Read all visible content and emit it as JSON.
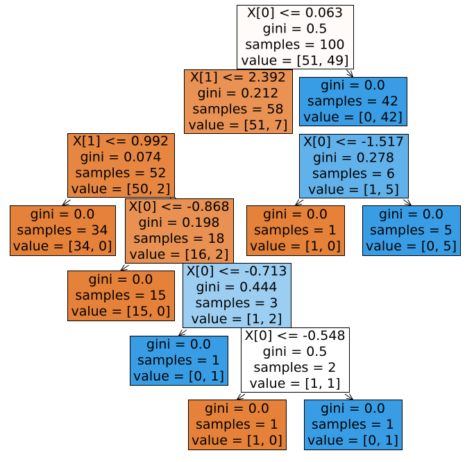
{
  "tree": {
    "nodes": [
      {
        "id": "n0",
        "lines": [
          "X[0] <= 0.063",
          "gini = 0.5",
          "samples = 100",
          "value = [51, 49]"
        ],
        "color": "#fefbf9"
      },
      {
        "id": "n1",
        "lines": [
          "X[1] <= 2.392",
          "gini = 0.212",
          "samples = 58",
          "value = [51, 7]"
        ],
        "color": "#e99254"
      },
      {
        "id": "n2",
        "lines": [
          "gini = 0.0",
          "samples = 42",
          "value = [0, 42]"
        ],
        "color": "#399de5"
      },
      {
        "id": "n3",
        "lines": [
          "X[1] <= 0.992",
          "gini = 0.074",
          "samples = 52",
          "value = [50, 2]"
        ],
        "color": "#e68641"
      },
      {
        "id": "n4",
        "lines": [
          "X[0] <= -1.517",
          "gini = 0.278",
          "samples = 6",
          "value = [1, 5]"
        ],
        "color": "#61b1ea"
      },
      {
        "id": "n5",
        "lines": [
          "gini = 0.0",
          "samples = 34",
          "value = [34, 0]"
        ],
        "color": "#e58139"
      },
      {
        "id": "n6",
        "lines": [
          "X[0] <= -0.868",
          "gini = 0.198",
          "samples = 18",
          "value = [16, 2]"
        ],
        "color": "#e89152"
      },
      {
        "id": "n7",
        "lines": [
          "gini = 0.0",
          "samples = 1",
          "value = [1, 0]"
        ],
        "color": "#e58139"
      },
      {
        "id": "n8",
        "lines": [
          "gini = 0.0",
          "samples = 5",
          "value = [0, 5]"
        ],
        "color": "#399de5"
      },
      {
        "id": "n9",
        "lines": [
          "gini = 0.0",
          "samples = 15",
          "value = [15, 0]"
        ],
        "color": "#e58139"
      },
      {
        "id": "n10",
        "lines": [
          "X[0] <= -0.713",
          "gini = 0.444",
          "samples = 3",
          "value = [1, 2]"
        ],
        "color": "#9ccef2"
      },
      {
        "id": "n11",
        "lines": [
          "gini = 0.0",
          "samples = 1",
          "value = [0, 1]"
        ],
        "color": "#399de5"
      },
      {
        "id": "n12",
        "lines": [
          "X[0] <= -0.548",
          "gini = 0.5",
          "samples = 2",
          "value = [1, 1]"
        ],
        "color": "#ffffff"
      },
      {
        "id": "n13",
        "lines": [
          "gini = 0.0",
          "samples = 1",
          "value = [1, 0]"
        ],
        "color": "#e58139"
      },
      {
        "id": "n14",
        "lines": [
          "gini = 0.0",
          "samples = 1",
          "value = [0, 1]"
        ],
        "color": "#399de5"
      }
    ],
    "edges": [
      [
        "n0",
        "n1"
      ],
      [
        "n0",
        "n2"
      ],
      [
        "n1",
        "n3"
      ],
      [
        "n1",
        "n4"
      ],
      [
        "n3",
        "n5"
      ],
      [
        "n3",
        "n6"
      ],
      [
        "n4",
        "n7"
      ],
      [
        "n4",
        "n8"
      ],
      [
        "n6",
        "n9"
      ],
      [
        "n6",
        "n10"
      ],
      [
        "n10",
        "n11"
      ],
      [
        "n10",
        "n12"
      ],
      [
        "n12",
        "n13"
      ],
      [
        "n12",
        "n14"
      ]
    ]
  }
}
